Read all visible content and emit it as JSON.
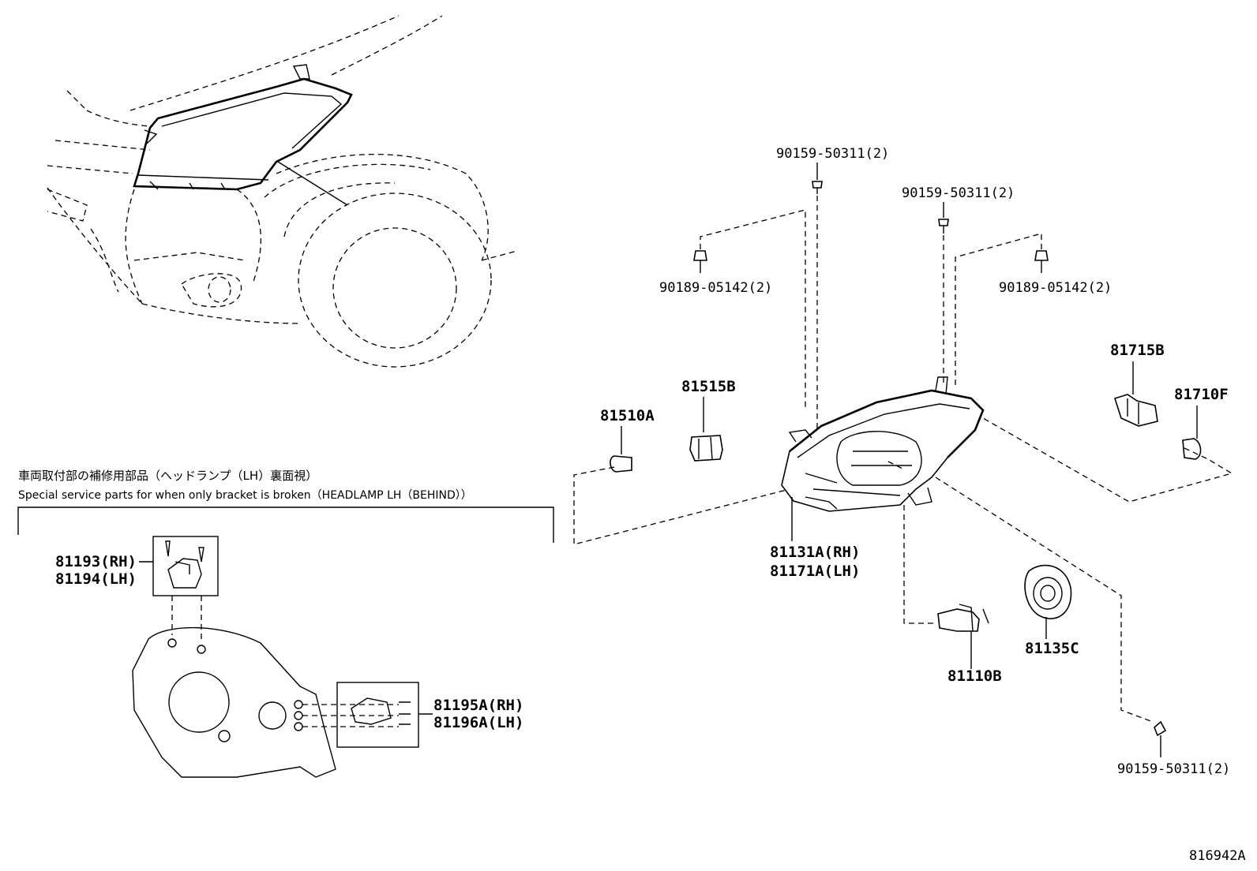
{
  "diagram": {
    "figure_code": "816942A",
    "special_note": {
      "japanese": "車両取付部の補修用部品（ヘッドランプ（LH）裏面視）",
      "english": "Special service parts for when only bracket is broken（HEADLAMP LH（BEHIND））"
    },
    "callouts": {
      "screw_top_left": "90159-50311(2)",
      "screw_top_right": "90159-50311(2)",
      "clip_left": "90189-05142(2)",
      "clip_right": "90189-05142(2)",
      "bulb_81510a": "81510A",
      "socket_81515b": "81515B",
      "socket_81715b": "81715B",
      "bulb_81710f": "81710F",
      "headlamp_rh": "81131A(RH)",
      "headlamp_lh": "81171A(LH)",
      "bulb_81110b": "81110B",
      "cap_81135c": "81135C",
      "screw_bottom": "90159-50311(2)",
      "bracket_upper_rh": "81193(RH)",
      "bracket_upper_lh": "81194(LH)",
      "bracket_side_rh": "81195A(RH)",
      "bracket_side_lh": "81196A(LH)"
    }
  }
}
